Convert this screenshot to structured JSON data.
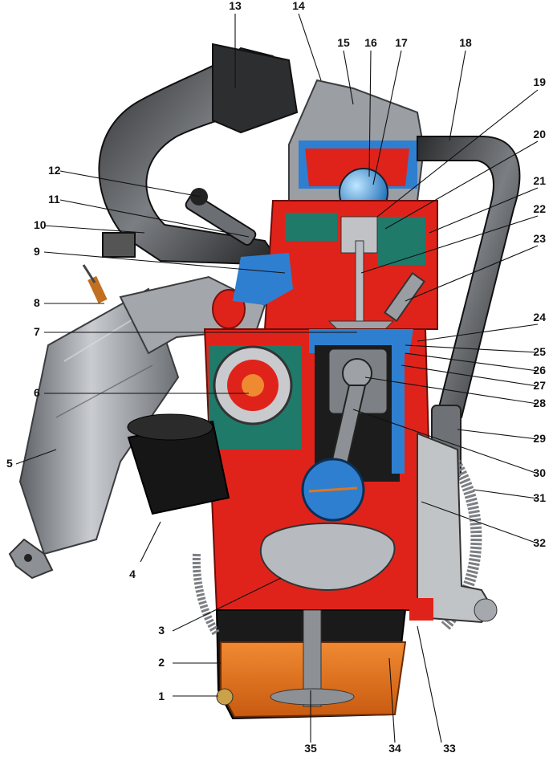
{
  "callouts": [
    "1",
    "2",
    "3",
    "4",
    "5",
    "6",
    "7",
    "8",
    "9",
    "10",
    "11",
    "12",
    "13",
    "14",
    "15",
    "16",
    "17",
    "18",
    "19",
    "20",
    "21",
    "22",
    "23",
    "24",
    "25",
    "26",
    "27",
    "28",
    "29",
    "30",
    "31",
    "32",
    "33",
    "34",
    "35"
  ],
  "colors": {
    "coolant": "#2f7fd0",
    "section": "#e0231a",
    "oil": "#e0761f",
    "steel": "#8a8d91",
    "dark": "#141414",
    "background": "#ffffff"
  }
}
